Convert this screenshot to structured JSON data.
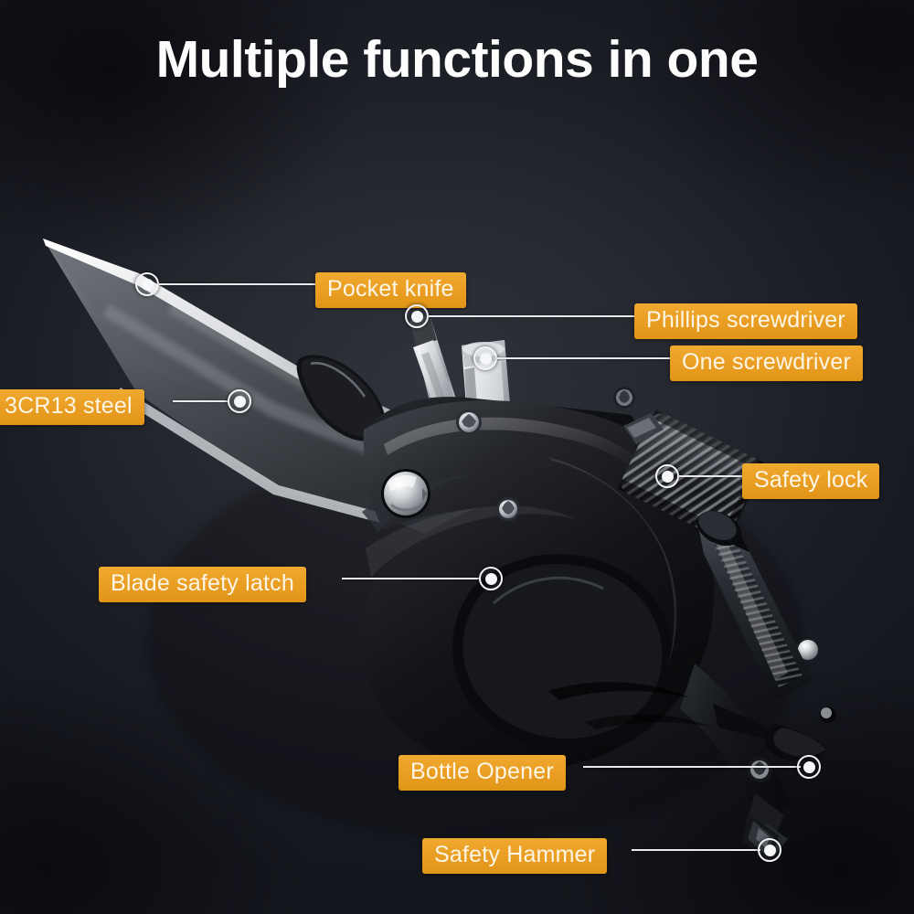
{
  "page": {
    "title": "Multiple functions in one",
    "background_dark": "#16181f",
    "background_light": "#31333c",
    "badge_color": "#e99d22",
    "badge_text_color": "#fdf6e6",
    "leader_color": "#e9eaee",
    "title_color": "#fdfdfd"
  },
  "product": {
    "name": "multitool-carabiner",
    "body_color": "#0d0e11",
    "blade_color": "#565a60",
    "metal_color": "#c9ccd1"
  },
  "callouts": [
    {
      "id": "pocket-knife",
      "label": "Pocket knife",
      "align": "right"
    },
    {
      "id": "phillips-screwdriver",
      "label": "Phillips screwdriver",
      "align": "right"
    },
    {
      "id": "one-screwdriver",
      "label": "One screwdriver",
      "align": "right"
    },
    {
      "id": "3cr13-steel",
      "label": "3CR13 steel",
      "align": "left"
    },
    {
      "id": "safety-lock",
      "label": "Safety lock",
      "align": "right"
    },
    {
      "id": "blade-safety-latch",
      "label": "Blade safety latch",
      "align": "left"
    },
    {
      "id": "bottle-opener",
      "label": "Bottle Opener",
      "align": "left"
    },
    {
      "id": "safety-hammer",
      "label": "Safety Hammer",
      "align": "left"
    }
  ]
}
